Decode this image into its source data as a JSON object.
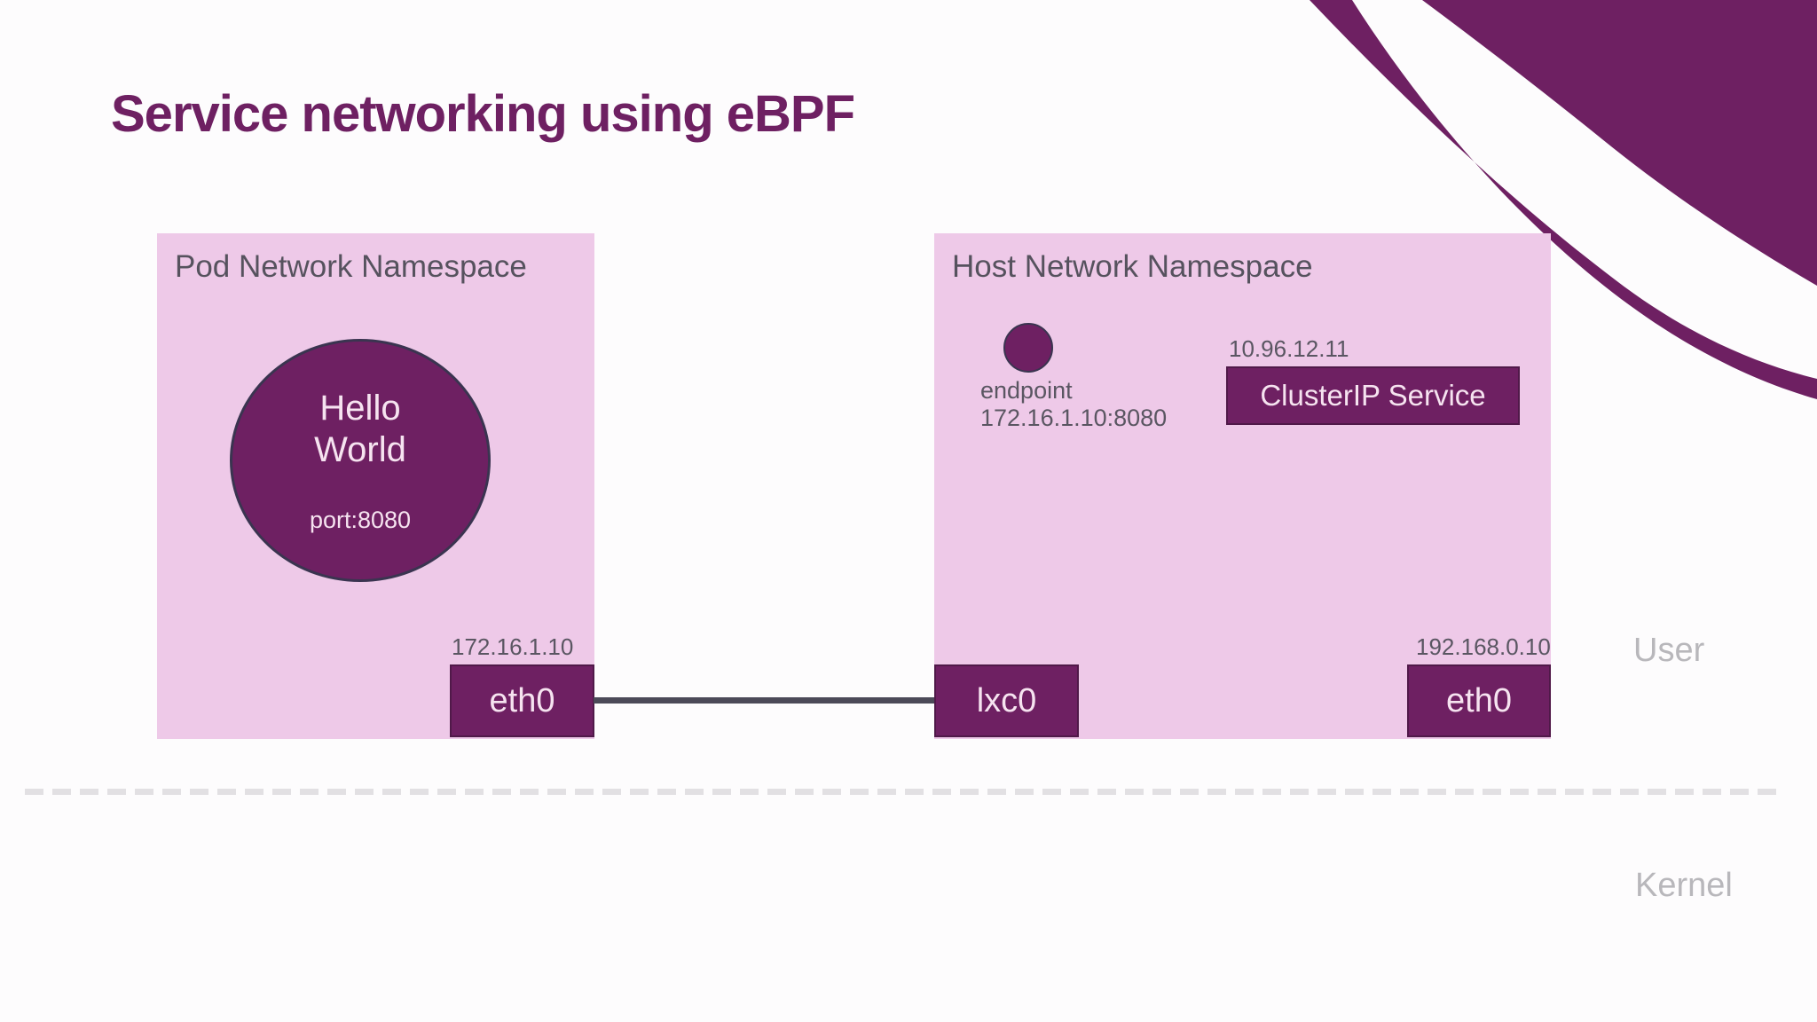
{
  "slide": {
    "title": "Service networking using eBPF",
    "layers": {
      "user": "User",
      "kernel": "Kernel"
    },
    "pod_namespace": {
      "label": "Pod Network Namespace",
      "pod": {
        "name_line1": "Hello",
        "name_line2": "World",
        "port": "port:8080"
      },
      "eth_interface": {
        "ip": "172.16.1.10",
        "name": "eth0"
      }
    },
    "host_namespace": {
      "label": "Host Network Namespace",
      "endpoint": {
        "label": "endpoint",
        "address": "172.16.1.10:8080"
      },
      "cluster_ip_service": {
        "ip": "10.96.12.11",
        "label": "ClusterIP Service"
      },
      "lxc_interface": {
        "name": "lxc0"
      },
      "eth_interface": {
        "ip": "192.168.0.10",
        "name": "eth0"
      }
    },
    "colors": {
      "accent": "#6e2062",
      "accent-border": "#3a3450",
      "pink-panel": "#eec9e8",
      "panel-text": "#56525e",
      "label-gray": "#5a5662",
      "layer-label": "#b8b7bb",
      "connector": "#4c4a58",
      "connector-thin": "#5a5565",
      "dash": "#e2e0e3",
      "box-text": "#f6e3f0",
      "background": "#fdfcfd"
    }
  }
}
